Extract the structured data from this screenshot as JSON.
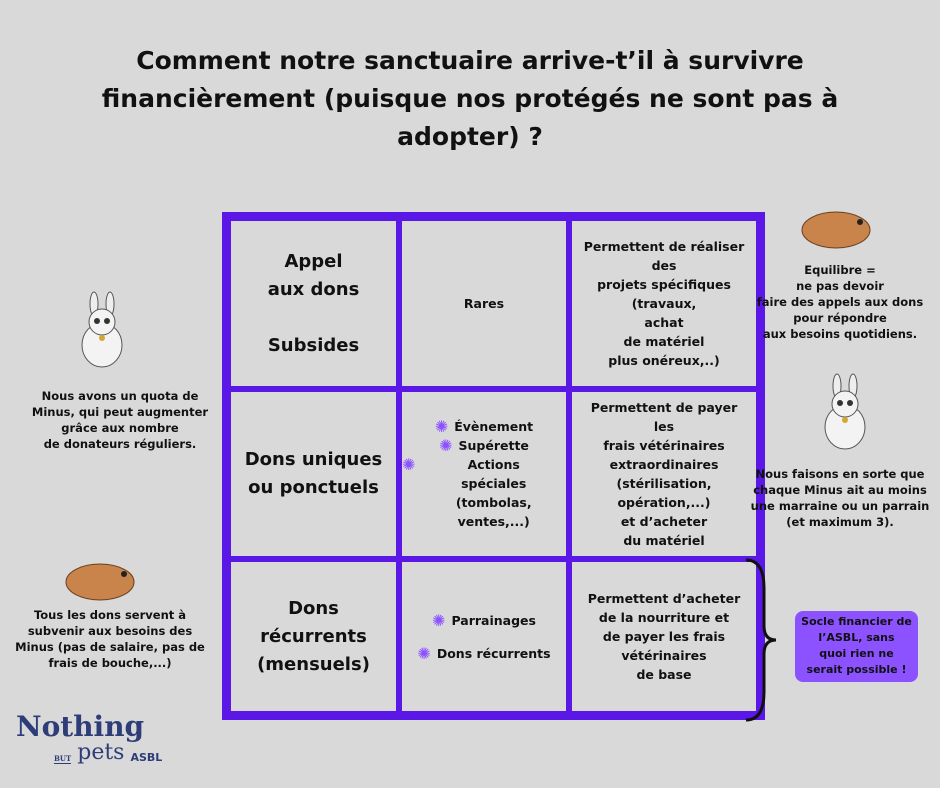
{
  "title": "Comment notre sanctuaire arrive-t’il à survivre financièrement (puisque nos protégés ne sont pas à adopter) ?",
  "rows": [
    {
      "header": "Appel\naux dons\n\nSubsides",
      "middle": [
        "Rares"
      ],
      "right": "Permettent de réaliser\ndes\nprojets spécifiques\n(travaux,\nachat\nde matériel\nplus onéreux,..)"
    },
    {
      "header": "Dons uniques\nou ponctuels",
      "middle": [
        "Évènement",
        "Supérette",
        "Actions\nspéciales\n(tombolas, ventes,...)"
      ],
      "right": "Permettent de payer\nles\nfrais vétérinaires\nextraordinaires\n(stérilisation,\nopération,...)\net d’acheter\ndu matériel"
    },
    {
      "header": "Dons\nrécurrents\n(mensuels)",
      "middle": [
        "Parrainages",
        "Dons récurrents"
      ],
      "right": "Permettent d’acheter\nde la nourriture et\nde payer les frais\nvétérinaires\nde base"
    }
  ],
  "left_notes": [
    "Nous avons un quota de\nMinus, qui peut augmenter\ngrâce aux nombre\nde donateurs réguliers.",
    "Tous les dons servent à\nsubvenir aux besoins des\nMinus (pas de salaire, pas de\nfrais de bouche,...)"
  ],
  "right_notes": [
    "Equilibre =\nne pas devoir\nfaire des appels aux dons\npour répondre\naux besoins quotidiens.",
    "Nous faisons en sorte que\nchaque Minus ait au moins\nune marraine ou un parrain\n(et maximum 3)."
  ],
  "callout": "Socle financier de\nl’ASBL, sans\nquoi rien ne\nserait possible !",
  "logo": {
    "name": "Nothing",
    "but": "BUT",
    "pets": "pets",
    "asbl": "ASBL"
  },
  "colors": {
    "accent": "#5a17e6",
    "callout": "#8c52ff",
    "background": "#d9d9d9"
  }
}
